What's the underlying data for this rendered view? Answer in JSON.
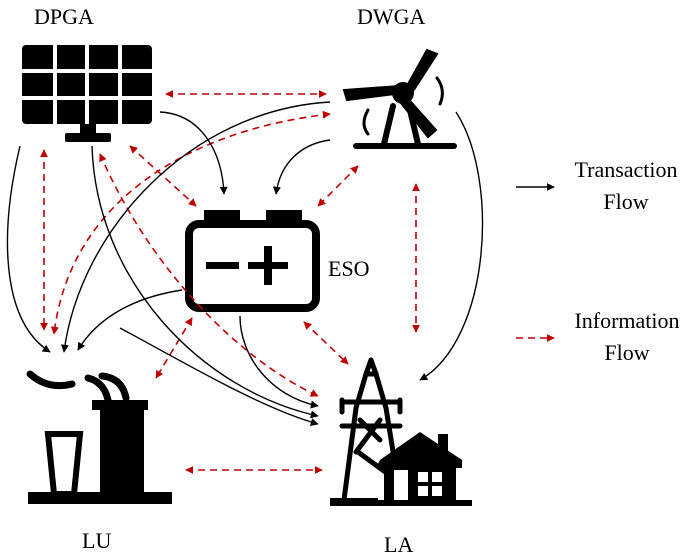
{
  "nodes": {
    "dpga": "DPGA",
    "dwga": "DWGA",
    "eso": "ESO",
    "lu": "LU",
    "la": "LA"
  },
  "legend": {
    "transaction_line1": "Transaction",
    "transaction_line2": "Flow",
    "information_line1": "Information",
    "information_line2": "Flow"
  },
  "colors": {
    "transaction": "#000000",
    "information": "#c00000",
    "icon": "#000000"
  },
  "icons": {
    "dpga": "solar-panel-icon",
    "dwga": "wind-turbine-icon",
    "eso": "battery-icon",
    "lu": "power-plant-icon",
    "la": "transmission-tower-house-icon"
  }
}
